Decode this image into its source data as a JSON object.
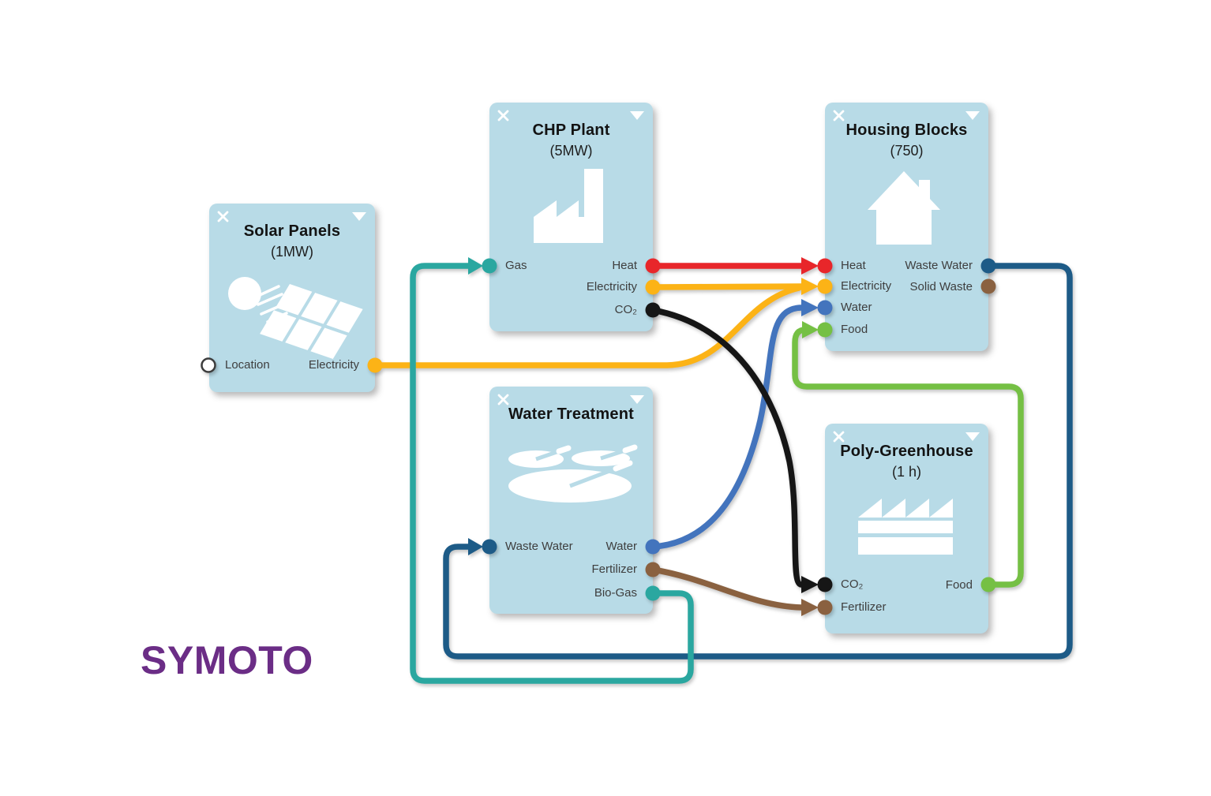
{
  "app": {
    "logo_text": "SYMOTO"
  },
  "colors": {
    "node_bg": "#b8dbe7",
    "logo": "#6b2d86",
    "heat": "#e8262a",
    "electricity": "#fcb316",
    "gas": "#2aa7a0",
    "co2": "#161616",
    "water": "#4374bd",
    "waste_water": "#1d5b87",
    "solid_waste": "#8a6140",
    "fertilizer": "#8a6140",
    "bio_gas": "#2aa7a0",
    "food": "#75c044",
    "location_ring": "#3c3c3c",
    "location_fill": "#ffffff",
    "icon": "#ffffff"
  },
  "nodes": [
    {
      "id": "solar-panels",
      "title": "Solar Panels",
      "subtitle": "(1MW)",
      "icon": "solar-panels-icon",
      "inputs": [
        {
          "label": "Location",
          "color": "location_fill"
        }
      ],
      "outputs": [
        {
          "label": "Electricity",
          "color": "electricity"
        }
      ]
    },
    {
      "id": "chp-plant",
      "title": "CHP Plant",
      "subtitle": "(5MW)",
      "icon": "factory-icon",
      "inputs": [
        {
          "label": "Gas",
          "color": "gas"
        }
      ],
      "outputs": [
        {
          "label": "Heat",
          "color": "heat"
        },
        {
          "label": "Electricity",
          "color": "electricity"
        },
        {
          "label": "CO₂",
          "color": "co2"
        }
      ]
    },
    {
      "id": "housing-blocks",
      "title": "Housing Blocks",
      "subtitle": "(750)",
      "icon": "house-icon",
      "inputs": [
        {
          "label": "Heat",
          "color": "heat"
        },
        {
          "label": "Electricity",
          "color": "electricity"
        },
        {
          "label": "Water",
          "color": "water"
        },
        {
          "label": "Food",
          "color": "food"
        }
      ],
      "outputs": [
        {
          "label": "Waste Water",
          "color": "waste_water"
        },
        {
          "label": "Solid Waste",
          "color": "solid_waste"
        }
      ]
    },
    {
      "id": "water-treatment",
      "title": "Water Treatment",
      "subtitle": "",
      "icon": "water-treatment-icon",
      "inputs": [
        {
          "label": "Waste Water",
          "color": "waste_water"
        }
      ],
      "outputs": [
        {
          "label": "Water",
          "color": "water"
        },
        {
          "label": "Fertilizer",
          "color": "fertilizer"
        },
        {
          "label": "Bio-Gas",
          "color": "bio_gas"
        }
      ]
    },
    {
      "id": "poly-greenhouse",
      "title": "Poly-Greenhouse",
      "subtitle": "(1 h)",
      "icon": "greenhouse-icon",
      "inputs": [
        {
          "label": "CO₂",
          "color": "co2"
        },
        {
          "label": "Fertilizer",
          "color": "fertilizer"
        }
      ],
      "outputs": [
        {
          "label": "Food",
          "color": "food"
        }
      ]
    }
  ],
  "connections": [
    {
      "from": "chp-plant.Heat",
      "to": "housing-blocks.Heat",
      "color": "heat"
    },
    {
      "from": "chp-plant.Electricity",
      "to": "housing-blocks.Electricity",
      "color": "electricity"
    },
    {
      "from": "solar-panels.Electricity",
      "to": "housing-blocks.Electricity",
      "color": "electricity"
    },
    {
      "from": "chp-plant.CO₂",
      "to": "poly-greenhouse.CO₂",
      "color": "co2"
    },
    {
      "from": "water-treatment.Water",
      "to": "housing-blocks.Water",
      "color": "water"
    },
    {
      "from": "water-treatment.Fertilizer",
      "to": "poly-greenhouse.Fertilizer",
      "color": "fertilizer"
    },
    {
      "from": "water-treatment.Bio-Gas",
      "to": "chp-plant.Gas",
      "color": "bio_gas"
    },
    {
      "from": "housing-blocks.Waste Water",
      "to": "water-treatment.Waste Water",
      "color": "waste_water"
    },
    {
      "from": "poly-greenhouse.Food",
      "to": "housing-blocks.Food",
      "color": "food"
    }
  ]
}
